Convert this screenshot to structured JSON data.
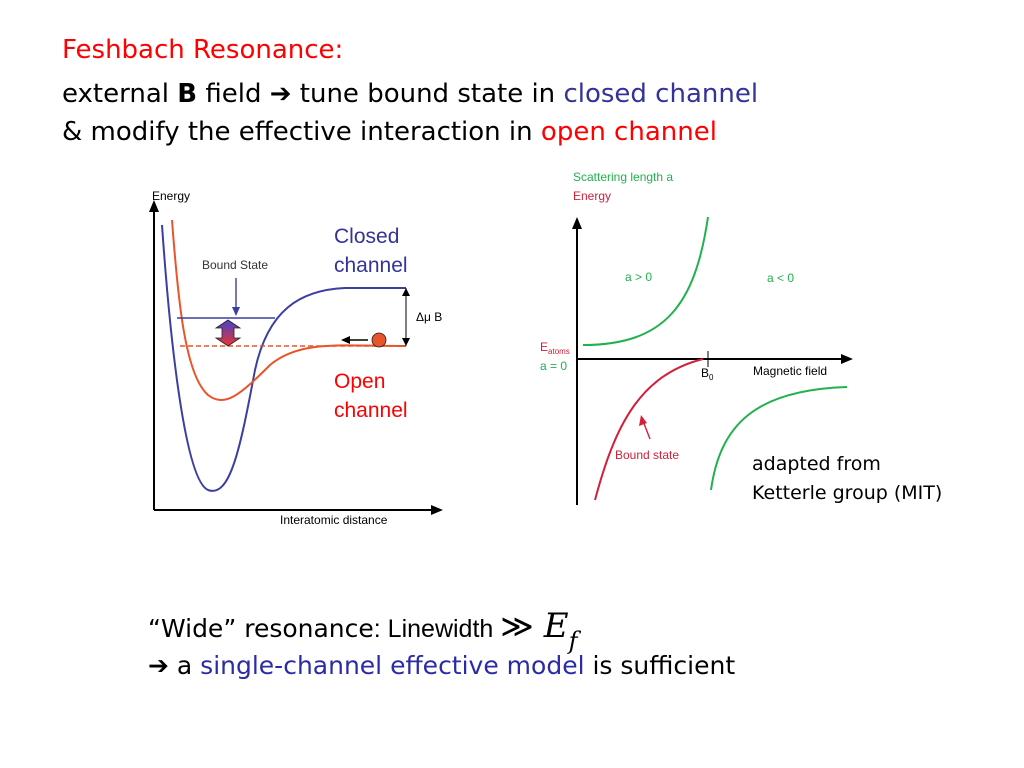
{
  "title": {
    "heading": "Feshbach Resonance:",
    "line2_pre": "external ",
    "line2_bold": "B",
    "line2_mid": " field ",
    "line2_arrow": "➔",
    "line2_post": " tune bound state in ",
    "line2_colored": "closed channel",
    "line3_pre": "& modify the effective interaction in ",
    "line3_colored": "open channel"
  },
  "left_figure": {
    "y_axis_label": "Energy",
    "x_axis_label": "Interatomic distance",
    "bound_state_label": "Bound State",
    "delta_label": "Δμ B",
    "closed_channel_label": [
      "Closed",
      "channel"
    ],
    "open_channel_label": [
      "Open",
      "channel"
    ]
  },
  "right_figure": {
    "y_axis_label_1": "Scattering length a",
    "y_axis_label_2": "Energy",
    "region_left": "a > 0",
    "region_right": "a < 0",
    "e_atoms_main": "E",
    "e_atoms_sub": "atoms",
    "a_zero": "a = 0",
    "b0_main": "B",
    "b0_sub": "0",
    "x_axis_label": "Magnetic field",
    "bound_state_label": "Bound state"
  },
  "credit": [
    "adapted from",
    "Ketterle group (MIT)"
  ],
  "bottom": {
    "line1_quote": "“Wide” resonance",
    "line1_rest": ": Linewidth ",
    "line1_math_op": "≫",
    "line1_math_var": "E",
    "line1_math_sub": "f",
    "line2_arrow": "➔",
    "line2_a": " a ",
    "line2_colored": "single-channel effective model",
    "line2_post": " is sufficient"
  },
  "colors": {
    "red": "#ff0000",
    "blue_text": "#333399",
    "closed_curve": "#3b3fa0",
    "open_curve": "#e8552a",
    "green_curve": "#22b14c",
    "bound_curve": "#d0203a"
  }
}
